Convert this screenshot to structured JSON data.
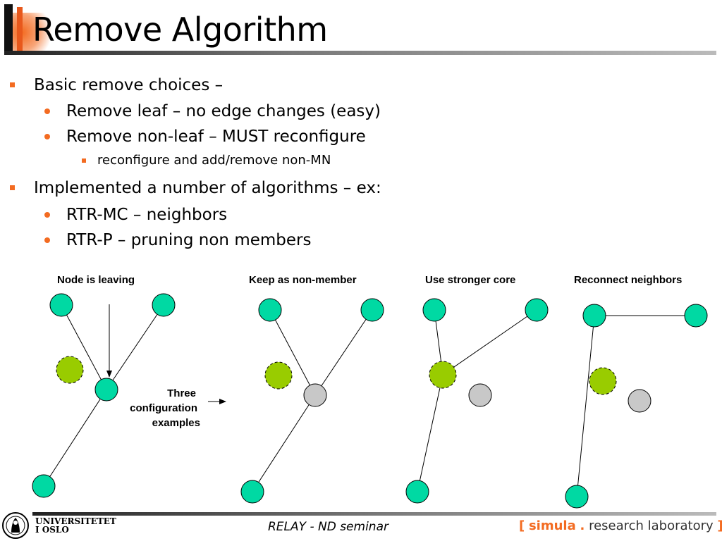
{
  "slide": {
    "title": "Remove Algorithm",
    "bullets": [
      {
        "text": "Basic remove choices –"
      },
      {
        "text": "Remove leaf – no edge changes (easy)"
      },
      {
        "text": "Remove non-leaf – MUST reconfigure"
      },
      {
        "text": "reconfigure and add/remove non-MN"
      },
      {
        "text": "Implemented a number of algorithms – ex:"
      },
      {
        "text": "RTR-MC – neighbors"
      },
      {
        "text": "RTR-P – pruning non members"
      }
    ]
  },
  "diagram": {
    "panels": [
      {
        "label": "Node is leaving"
      },
      {
        "label": "Keep as non-member"
      },
      {
        "label": "Use stronger core"
      },
      {
        "label": "Reconnect neighbors"
      }
    ],
    "annotation": {
      "line1": "Three",
      "line2": "configuration",
      "line3": "examples"
    },
    "colors": {
      "member": "#00d9a3",
      "core": "#99cc00",
      "non_member": "#c8c8c8"
    }
  },
  "footer": {
    "center": "RELAY - ND seminar",
    "uio_line1": "UNIVERSITETET",
    "uio_line2": "I OSLO",
    "simula_open": "[",
    "simula_name": "simula",
    "simula_dot": ".",
    "simula_rest": "research laboratory",
    "simula_close": "]"
  }
}
